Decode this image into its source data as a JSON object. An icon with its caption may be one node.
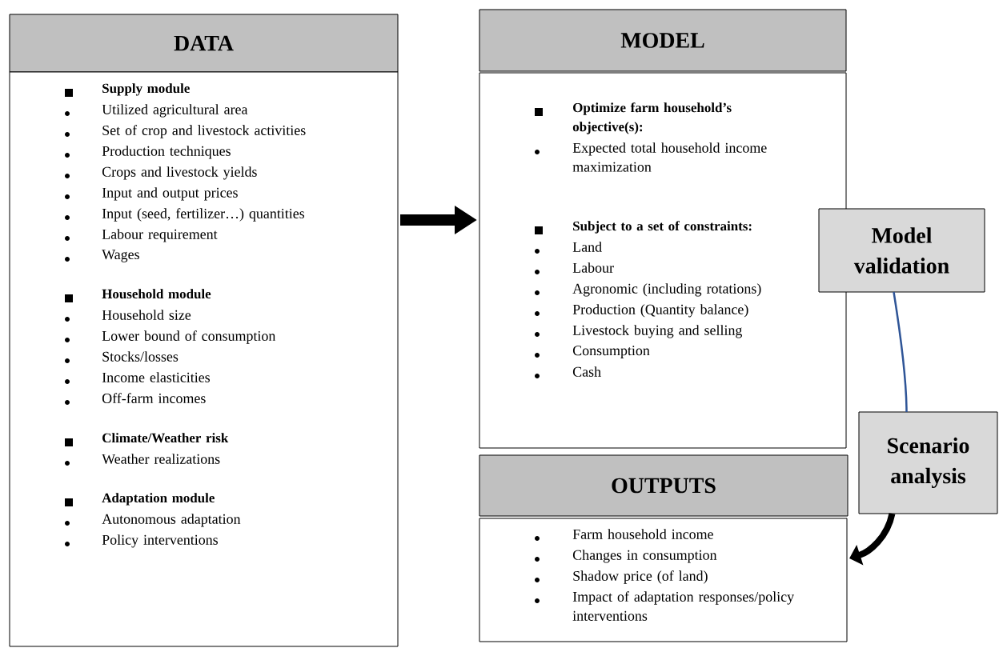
{
  "diagram": {
    "nodes": [
      {
        "text": [
          "DATA"
        ]
      },
      {
        "text": [
          "Supply module",
          "Utilized agricultural area",
          "Set of crop and livestock activities",
          "Production techniques",
          "Crops and livestock yields",
          "Input and output prices",
          "Input (seed, fertilizer…) quantities",
          "Labour requirement",
          "Wages",
          "Household module",
          "Household size",
          "Lower bound of consumption",
          "Stocks/losses",
          "Income elasticities",
          "Off-farm incomes",
          "Climate/Weather risk",
          "Weather realizations",
          "Adaptation module",
          "Autonomous adaptation",
          "Policy interventions"
        ]
      },
      {
        "text": [
          "MODEL"
        ]
      },
      {
        "text": [
          "Optimize farm household’s objective(s):",
          "Expected total household income maximization",
          "Subject to a set of constraints:",
          "Land",
          "Labour",
          "Agronomic (including rotations)",
          "Production (Quantity balance)",
          "Livestock buying and selling",
          "Consumption",
          "Cash"
        ]
      },
      {
        "text": [
          "OUTPUTS"
        ]
      },
      {
        "text": [
          "Farm household income",
          "Changes in consumption",
          "Shadow price (of land)",
          "Impact of adaptation responses/policy interventions"
        ]
      },
      {
        "text": [
          "Model validation"
        ]
      },
      {
        "text": [
          "Scenario analysis"
        ]
      }
    ],
    "edges": [
      {
        "from": 1,
        "to": 3,
        "arrow": "to"
      },
      {
        "from": 6,
        "to": 7,
        "arrow": "none",
        "color": "#2f5597"
      },
      {
        "from": 7,
        "to": 5,
        "arrow": "to"
      }
    ]
  }
}
